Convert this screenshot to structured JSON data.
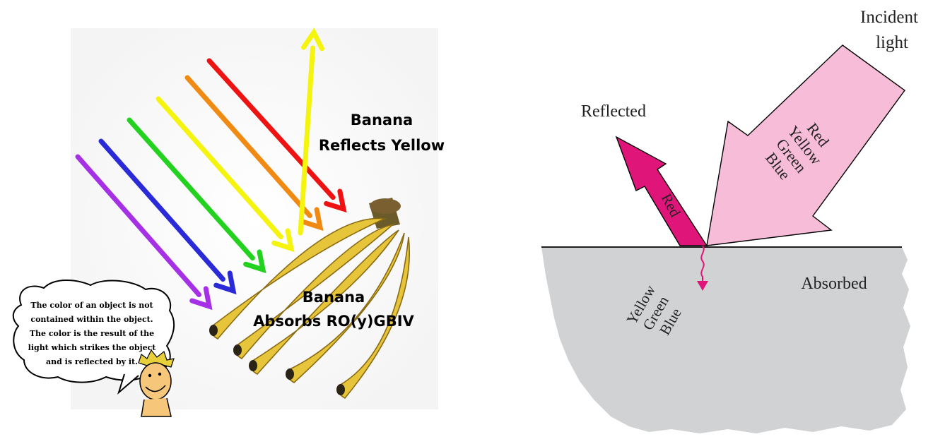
{
  "left_panel": {
    "ray_colors": [
      "#a530e6",
      "#2a2ad8",
      "#22d21e",
      "#f4f40e",
      "#f08a12",
      "#ee1212"
    ],
    "reflected_ray_color": "#f4f40e",
    "banana_color": "#e6c53a",
    "title_reflect_line1": "Banana",
    "title_reflect_line2": "Reflects Yellow",
    "title_absorb_line1": "Banana",
    "title_absorb_line2": "Absorbs RO(y)GBIV",
    "speech_bubble_lines": [
      "The color of an object is not",
      "contained within the object.",
      "The color is the result of the",
      "light which strikes the object",
      "and is reflected by it."
    ]
  },
  "right_panel": {
    "incident_label_line1": "Incident",
    "incident_label_line2": "light",
    "incident_colors": [
      "Red",
      "Yellow",
      "Green",
      "Blue"
    ],
    "reflected_label": "Reflected",
    "reflected_arrow_text": "Red",
    "absorbed_label": "Absorbed",
    "absorbed_colors": [
      "Yellow",
      "Green",
      "Blue"
    ],
    "incident_arrow_color": "#f7bcd8",
    "reflected_arrow_color": "#e0157a",
    "surface_color": "#d0d2d4"
  }
}
